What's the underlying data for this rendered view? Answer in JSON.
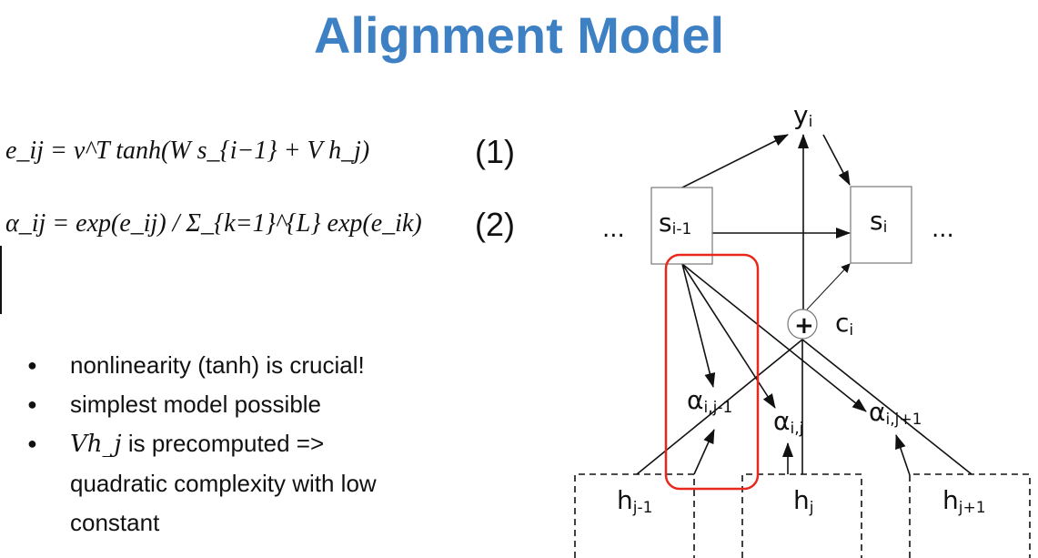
{
  "title": "Alignment Model",
  "equations": {
    "eq1": "e_ij = v^T tanh(W s_{i−1} + V h_j)",
    "eq1_num": "(1)",
    "eq2": "α_ij = exp(e_ij) / Σ_{k=1}^{L} exp(e_ik)",
    "eq2_num": "(2)"
  },
  "bullets": [
    "nonlinearity (tanh) is crucial!",
    "simplest model possible",
    "is precomputed =>",
    "quadratic complexity with low",
    "constant"
  ],
  "bullet3_math": "Vh_j",
  "diagram": {
    "y": "y",
    "y_sub": "i",
    "s_prev": "s",
    "s_prev_sub": "i-1",
    "s": "s",
    "s_sub": "i",
    "c": "c",
    "c_sub": "i",
    "plus": "+",
    "ellipsis": "...",
    "alpha_prev_sub": "i,j-1",
    "alpha_sub": "i,j",
    "alpha_next_sub": "i,j+1",
    "alpha": "α",
    "h": "h",
    "h_prev_sub": "j-1",
    "h_sub": "j",
    "h_next_sub": "j+1",
    "highlight_color": "#e8281c"
  }
}
